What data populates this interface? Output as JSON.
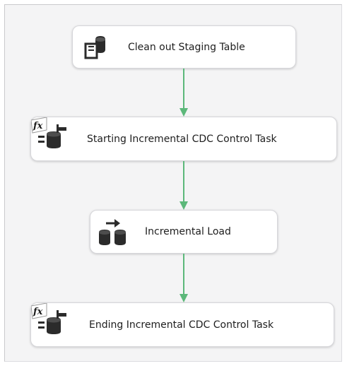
{
  "designer": {
    "tasks": [
      {
        "label": "Clean out Staging Table",
        "icon": "execute-sql-task-icon"
      },
      {
        "label": "Starting Incremental CDC Control Task",
        "icon": "cdc-control-task-icon"
      },
      {
        "label": "Incremental Load",
        "icon": "data-flow-task-icon"
      },
      {
        "label": "Ending Incremental CDC Control Task",
        "icon": "cdc-control-task-icon"
      }
    ],
    "expression_badge": "fx",
    "colors": {
      "connector": "#5cb87a",
      "task_border": "#d6d6da",
      "canvas_background": "#f4f4f5",
      "icon_dark": "#2b2b2b"
    }
  }
}
